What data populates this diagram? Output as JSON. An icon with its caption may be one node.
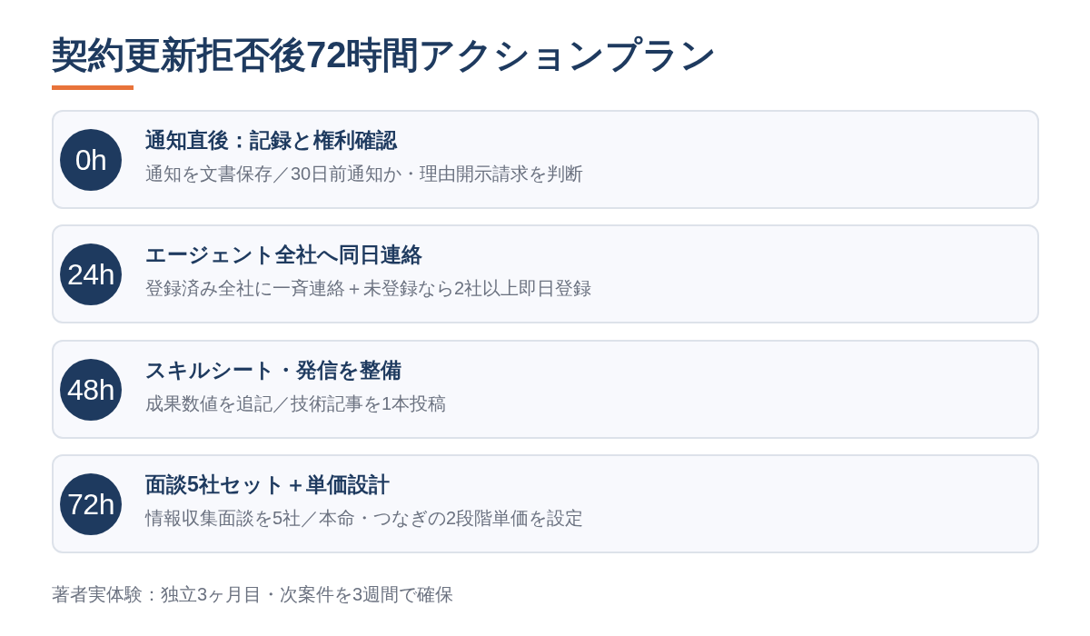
{
  "diagram": {
    "title": "契約更新拒否後72時間アクションプラン",
    "nodes": [
      {
        "text": [
          "通知直後：記録と権利確認",
          "通知を文書保存／30日前通知か・理由開示請求を判断"
        ]
      },
      {
        "text": [
          "0h"
        ],
        "in": 0
      },
      {
        "text": [
          "エージェント全社へ同日連絡",
          "登録済み全社に一斉連絡＋未登録なら2社以上即日登録"
        ]
      },
      {
        "text": [
          "24h"
        ],
        "in": 2
      },
      {
        "text": [
          "スキルシート・発信を整備",
          "成果数値を追記／技術記事を1本投稿"
        ]
      },
      {
        "text": [
          "48h"
        ],
        "in": 4
      },
      {
        "text": [
          "面談5社セット＋単価設計",
          "情報収集面談を5社／本命・つなぎの2段階単価を設定"
        ]
      },
      {
        "text": [
          "72h"
        ],
        "in": 6
      }
    ],
    "caption": "著者実体験：独立3ヶ月目・次案件を3週間で確保"
  }
}
